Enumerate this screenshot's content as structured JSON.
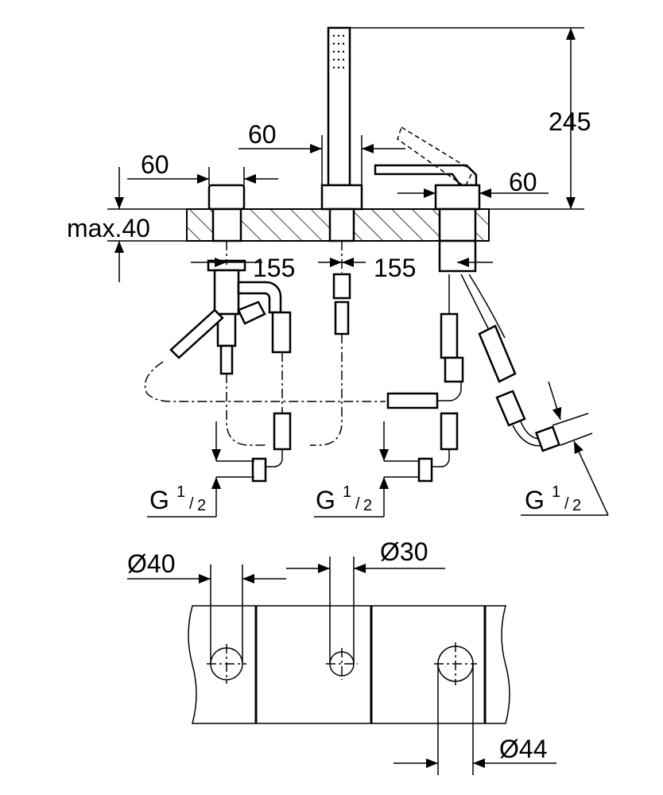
{
  "dimensions": {
    "height_total": "245",
    "spacing_top": "60",
    "left_width": "60",
    "right_width": "60",
    "deck_thickness": "max.40",
    "spacing_left": "155",
    "spacing_right": "155",
    "thread_left": {
      "main": "G",
      "num": "1",
      "den": "2"
    },
    "thread_middle": {
      "main": "G",
      "num": "1",
      "den": "2"
    },
    "thread_right": {
      "main": "G",
      "num": "1",
      "den": "2"
    },
    "hole_left": "Ø40",
    "hole_middle": "Ø30",
    "hole_right": "Ø44"
  },
  "colors": {
    "line": "#000000",
    "background": "#ffffff"
  }
}
